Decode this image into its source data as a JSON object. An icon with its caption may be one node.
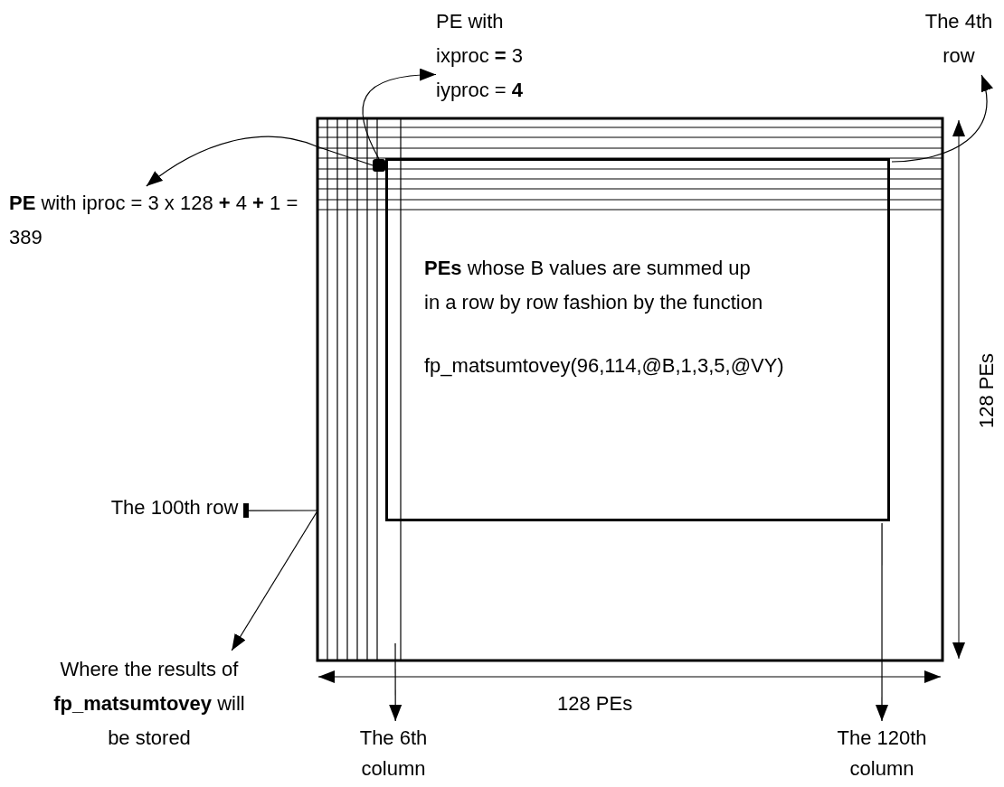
{
  "diagram": {
    "nodes": [
      {
        "text": [
          "PE with ixproc **=** 3 iyproc = **4**"
        ]
      },
      {
        "text": [
          "The 4th row"
        ]
      },
      {
        "text": [
          "**PE** with iproc = 3 x 128 **+** 4 **+** 1 = 389"
        ]
      },
      {
        "text": [
          "**PEs** whose B values are summed up in a row by row fashion by the function",
          "fp_matsumtovey(96,114,@B,1,3,5,@VY)"
        ]
      },
      {
        "text": [
          "The 100th row"
        ]
      },
      {
        "text": [
          "Where the results of **fp_matsumtovey** will be stored"
        ]
      },
      {
        "text": [
          "The 6th column"
        ]
      },
      {
        "text": [
          "The 120th column"
        ]
      },
      {
        "text": [],
        "shape": "box"
      }
    ],
    "edges": [
      {
        "from": 8,
        "to": 0,
        "arrow": "to"
      },
      {
        "from": 8,
        "to": 2,
        "arrow": "to"
      },
      {
        "from": 3,
        "to": 1,
        "arrow": "to"
      },
      {
        "from": 4,
        "to": null,
        "arrow": "other"
      },
      {
        "from": null,
        "to": 5,
        "arrow": "to"
      },
      {
        "from": null,
        "to": 6,
        "arrow": "to"
      },
      {
        "from": 3,
        "to": 7,
        "arrow": "to"
      }
    ],
    "labels": [
      "128 PEs",
      "128 PEs"
    ]
  }
}
